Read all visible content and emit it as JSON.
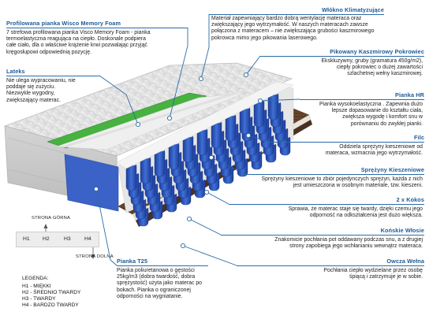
{
  "left": {
    "profilowana": {
      "title": "Profilowana pianka Wisco Memory Foam",
      "text": "7 strefowa profilowana pianka Visco Memory Foam - pianka\ntermoelastyczna reagująca na ciepło. Doskonale podpiera\ncałe ciało, dla o właściwe krążenie krwi pozwalając przyjąć\nkręgosłupowi odpowiednią pozycję."
    },
    "lateks": {
      "title": "Lateks",
      "text": "Nie ulega wypracowaniu, nie\npoddaje się zużyciu.\nNiezwykle wygodny,\nzwiększający materac."
    },
    "pianka_t25": {
      "title": "Pianka T25",
      "text": "Pianka poliuretanowa o gęstości\n25kg/m3 (dobra twardość, dobra\nsprężystość) użyta jako materac po\nbokach. Pianka o ograniczonej\nodporności na wygniatanie."
    }
  },
  "right": {
    "wlokno": {
      "title": "Włókno Klimatyzujące",
      "text": "Materiał zapewniający bardzo dobrą wentylację materaca oraz\nzwiększający jego wytrzymałość. W naszych materacach zawsze\npołączona z materacem – nie zwiększająca grubości kaszmirowego\npokrowca mimo jego pikowania laserowego."
    },
    "pokrowiec": {
      "title": "Pikowany Kaszmirowy Pokrowiec",
      "text": "Ekskluzywny, gruby (gramatura 450g/m2),\nciepły pokrowiec o dużej zawartości\nszlachetnej wełny kaszmirowej."
    },
    "pianka_hr": {
      "title": "Pianka HR",
      "text": "Pianka wysokoelastyczna . Zapewnia dużo\nlepsze dopasowanie do kształtu ciała,\nzwiększa wygodę i komfort snu w\nporównaniu do zwykłej pianki."
    },
    "filc": {
      "title": "Filc",
      "text": "Oddziela sprężyny kieszeniowe od\nmateraca, wzmacnia jego wytrzymałość."
    },
    "sprezyny": {
      "title": "Sprężyny Kieszeniowe",
      "text": "Sprężyny kieszeniowe to zbiór pojedynczych sprężyn, każda z nich\njest umieszczona w osobnym materiale, tzw. kieszeni."
    },
    "kokos": {
      "title": "2 x Kokos",
      "text": "Sprawia, że materac staje się twardy, dzięki czemu jego\nodporność na odkształcenia jest dużo większa."
    },
    "wlosie": {
      "title": "Końskie Włosie",
      "text": "Znakomicie pochłania pot oddawany podczas snu, a z drugiej\nstrony zapobiega jego wchłanianiu wewnątrz materaca."
    },
    "welna": {
      "title": "Owcza Wełna",
      "text": "Pochłania ciepło wydzielane przez osobę\nśpiącą i zatrzymuje je w sobie."
    }
  },
  "hardness_scale": {
    "top_label": "Strona Górna",
    "bottom_label": "Strona Dolna",
    "levels": [
      "H1",
      "H2",
      "H3",
      "H4"
    ]
  },
  "legend": {
    "title": "LEGENDA:",
    "items": [
      "H1 - MIĘKKI",
      "H2 - ŚREDNIO TWARDY",
      "H3 - TWARDY",
      "H4 - BARDZO TWARDY"
    ]
  },
  "colors": {
    "title_blue": "#1f5a96",
    "line_blue": "#2a6aa8",
    "spring_blue": "#2a56b8",
    "side_blue": "#3b62c6",
    "green_layer": "#3fa83a",
    "coconut_brown": "#5a3a22"
  }
}
